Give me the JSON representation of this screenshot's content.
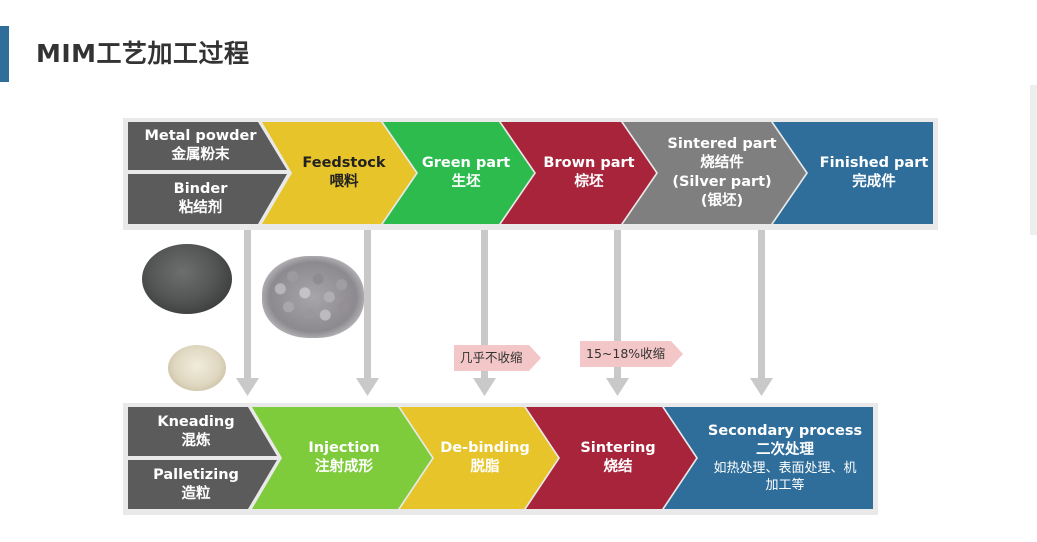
{
  "title": "MIM工艺加工过程",
  "colors": {
    "accent": "#2f6e9b",
    "dark_gray": "#5b5b5b",
    "yellow": "#e7c42a",
    "green": "#2dbb4e",
    "light_green": "#7ecb3c",
    "red": "#a8243b",
    "gray": "#7f7f7f",
    "blue": "#2f6e9b",
    "note_pink": "#f3c7c7",
    "arrow_gray": "#c9c9c9"
  },
  "row1": {
    "metal_powder": {
      "en": "Metal powder",
      "zh": "金属粉末"
    },
    "binder": {
      "en": "Binder",
      "zh": "粘结剂"
    },
    "feedstock": {
      "en": "Feedstock",
      "zh": "喂料"
    },
    "green_part": {
      "en": "Green part",
      "zh": "生坯"
    },
    "brown_part": {
      "en": "Brown part",
      "zh": "棕坯"
    },
    "sintered_part": {
      "en": "Sintered part",
      "zh": "烧结件",
      "en2": "(Silver part)",
      "zh2": "(银坯)"
    },
    "finished_part": {
      "en": "Finished part",
      "zh": "完成件"
    }
  },
  "notes": {
    "green_part_note": "几乎不收缩",
    "brown_part_note": "15~18%收缩"
  },
  "row2": {
    "kneading": {
      "en": "Kneading",
      "zh": "混炼"
    },
    "palletizing": {
      "en": "Palletizing",
      "zh": "造粒"
    },
    "injection": {
      "en": "Injection",
      "zh": "注射成形"
    },
    "debinding": {
      "en": "De-binding",
      "zh": "脱脂"
    },
    "sintering": {
      "en": "Sintering",
      "zh": "烧结"
    },
    "secondary": {
      "en": "Secondary  process",
      "zh": "二次处理",
      "detail1": "如热处理、表面处理、机",
      "detail2": "加工等"
    }
  },
  "images": {
    "metal_powder_photo": "metal-powder-pile",
    "binder_photo": "binder-powder-pile",
    "feedstock_photo": "feedstock-pellets"
  }
}
